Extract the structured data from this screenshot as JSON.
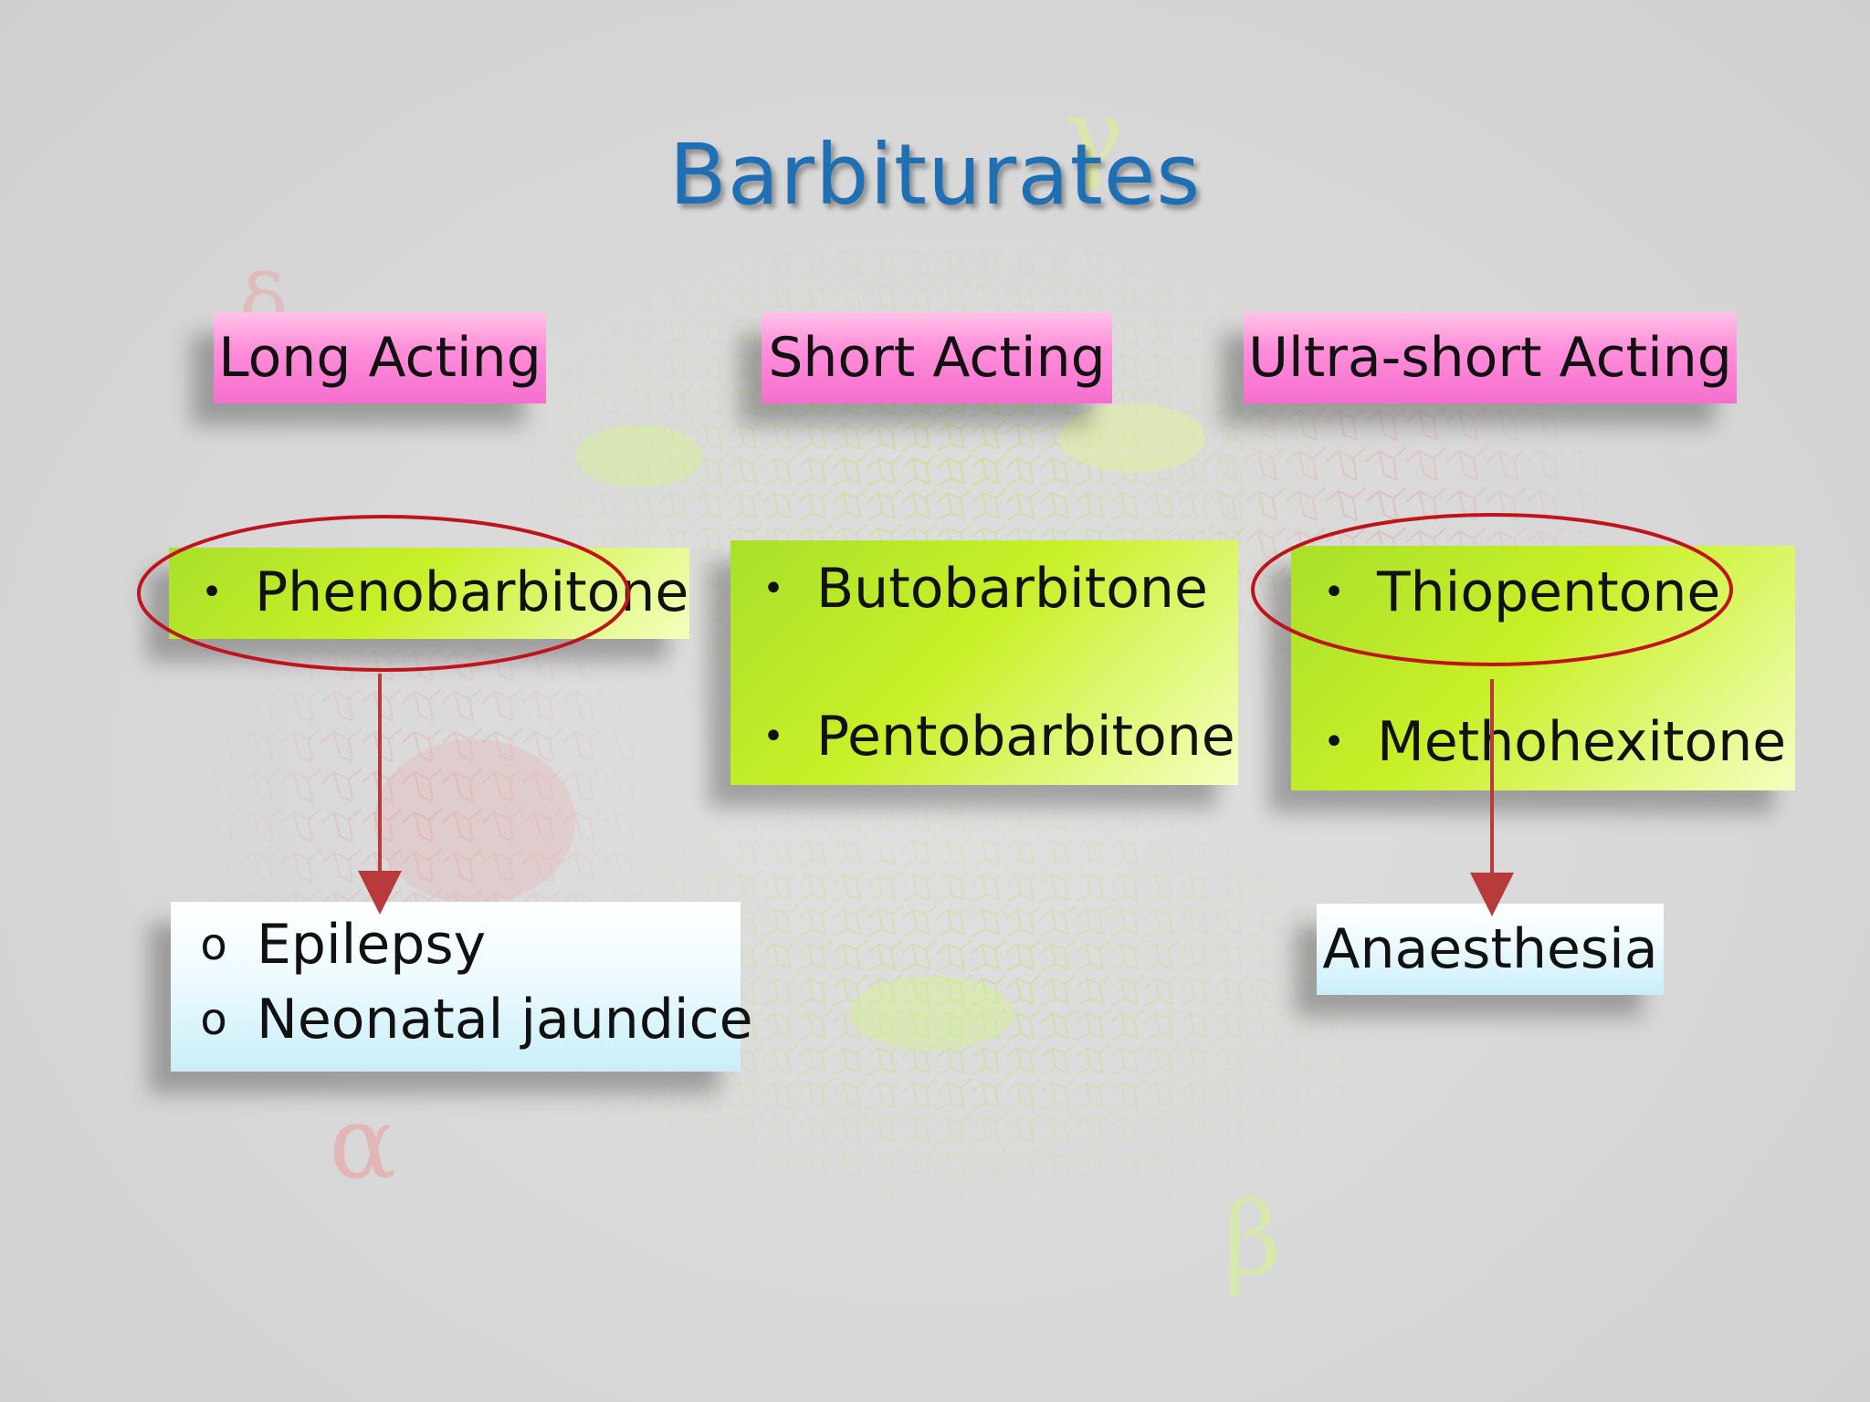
{
  "title": "Barbiturates",
  "categories": [
    {
      "label": "Long Acting"
    },
    {
      "label": "Short Acting"
    },
    {
      "label": "Ultra-short Acting"
    }
  ],
  "drugs": {
    "long": [
      "Phenobarbitone"
    ],
    "short": [
      "Butobarbitone",
      "Pentobarbitone"
    ],
    "ultra_short": [
      "Thiopentone",
      "Methohexitone"
    ]
  },
  "uses": {
    "phenobarbitone": [
      "Epilepsy",
      "Neonatal jaundice"
    ],
    "thiopentone": "Anaesthesia"
  },
  "background_glyphs": {
    "gamma": "γ",
    "alpha": "α",
    "beta": "β",
    "delta": "δ"
  },
  "bullets": {
    "filled": "•",
    "hollow": "o"
  },
  "colors": {
    "title": "#1f6fb5",
    "category_box": "#ff8fda",
    "drug_box": "#c8f028",
    "use_box": "#d6f3fb",
    "highlight_ring": "#c0141c",
    "arrow": "#b83a3a"
  }
}
